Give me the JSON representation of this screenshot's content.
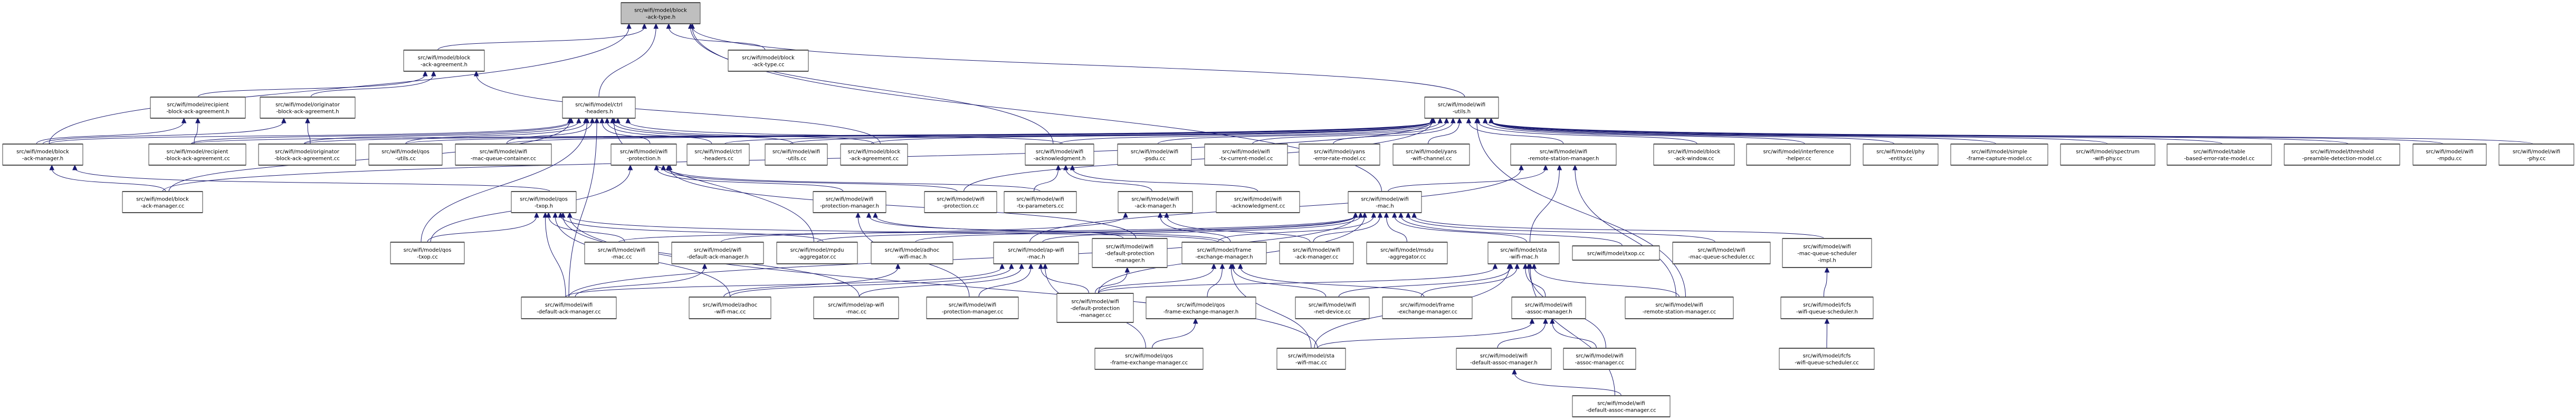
{
  "title": "src/wifi/model/block-ack-type.h include dependency graph",
  "colors": {
    "edge": "#191970",
    "focus_fill": "#bfbfbf",
    "node_border": "#404040"
  },
  "nodes": [
    {
      "id": "bat_h",
      "lines": [
        "src/wifi/model/block",
        "-ack-type.h"
      ],
      "row": 1,
      "x": [
        1177,
        1327
      ],
      "focus": true
    },
    {
      "id": "baa_h",
      "lines": [
        "src/wifi/model/block",
        "-ack-agreement.h"
      ],
      "row": 2,
      "x": [
        765,
        918
      ]
    },
    {
      "id": "bat_cc",
      "lines": [
        "src/wifi/model/block",
        "-ack-type.cc"
      ],
      "row": 2,
      "x": [
        1380,
        1532
      ]
    },
    {
      "id": "rbaa_h",
      "lines": [
        "src/wifi/model/recipient",
        "-block-ack-agreement.h"
      ],
      "row": 3,
      "x": [
        285,
        465
      ]
    },
    {
      "id": "obaa_h",
      "lines": [
        "src/wifi/model/originator",
        "-block-ack-agreement.h"
      ],
      "row": 3,
      "x": [
        493,
        673
      ]
    },
    {
      "id": "ctrl_h",
      "lines": [
        "src/wifi/model/ctrl",
        "-headers.h"
      ],
      "row": 3,
      "x": [
        1066,
        1204
      ]
    },
    {
      "id": "wutils_h",
      "lines": [
        "src/wifi/model/wifi",
        "-utils.h"
      ],
      "row": 3,
      "x": [
        2700,
        2840
      ]
    },
    {
      "id": "bam_h",
      "lines": [
        "src/wifi/model/block",
        "-ack-manager.h"
      ],
      "row": 4,
      "x": [
        5,
        157
      ]
    },
    {
      "id": "rbaa_cc",
      "lines": [
        "src/wifi/model/recipient",
        "-block-ack-agreement.cc"
      ],
      "row": 4,
      "x": [
        282,
        466
      ]
    },
    {
      "id": "obaa_cc",
      "lines": [
        "src/wifi/model/originator",
        "-block-ack-agreement.cc"
      ],
      "row": 4,
      "x": [
        490,
        674
      ]
    },
    {
      "id": "qosutils_cc",
      "lines": [
        "src/wifi/model/qos",
        "-utils.cc"
      ],
      "row": 4,
      "x": [
        699,
        838
      ]
    },
    {
      "id": "mqc_cc",
      "lines": [
        "src/wifi/model/wifi",
        "-mac-queue-container.cc"
      ],
      "row": 4,
      "x": [
        863,
        1045
      ]
    },
    {
      "id": "prot_h",
      "lines": [
        "src/wifi/model/wifi",
        "-protection.h"
      ],
      "row": 4,
      "x": [
        1158,
        1282
      ]
    },
    {
      "id": "ctrl_cc",
      "lines": [
        "src/wifi/model/ctrl",
        "-headers.cc"
      ],
      "row": 4,
      "x": [
        1302,
        1420
      ]
    },
    {
      "id": "wutils_cc",
      "lines": [
        "src/wifi/model/wifi",
        "-utils.cc"
      ],
      "row": 4,
      "x": [
        1450,
        1568
      ]
    },
    {
      "id": "baa_cc",
      "lines": [
        "src/wifi/model/block",
        "-ack-agreement.cc"
      ],
      "row": 4,
      "x": [
        1593,
        1720
      ]
    },
    {
      "id": "ackn_h",
      "lines": [
        "src/wifi/model/wifi",
        "-acknowledgment.h"
      ],
      "row": 4,
      "x": [
        1943,
        2073
      ]
    },
    {
      "id": "psdu_cc",
      "lines": [
        "src/wifi/model/wifi",
        "-psdu.cc"
      ],
      "row": 4,
      "x": [
        2118,
        2258
      ]
    },
    {
      "id": "txcur_cc",
      "lines": [
        "src/wifi/model/wifi",
        "-tx-current-model.cc"
      ],
      "row": 4,
      "x": [
        2283,
        2440
      ]
    },
    {
      "id": "yerr_cc",
      "lines": [
        "src/wifi/model/yans",
        "-error-rate-model.cc"
      ],
      "row": 4,
      "x": [
        2462,
        2615
      ]
    },
    {
      "id": "ychan_cc",
      "lines": [
        "src/wifi/model/yans",
        "-wifi-channel.cc"
      ],
      "row": 4,
      "x": [
        2640,
        2785
      ]
    },
    {
      "id": "rsm_h",
      "lines": [
        "src/wifi/model/wifi",
        "-remote-station-manager.h"
      ],
      "row": 4,
      "x": [
        2863,
        3063
      ]
    },
    {
      "id": "baw_cc",
      "lines": [
        "src/wifi/model/block",
        "-ack-window.cc"
      ],
      "row": 4,
      "x": [
        3134,
        3287
      ]
    },
    {
      "id": "interf_cc",
      "lines": [
        "src/wifi/model/interference",
        "-helper.cc"
      ],
      "row": 4,
      "x": [
        3310,
        3507
      ]
    },
    {
      "id": "phyent_cc",
      "lines": [
        "src/wifi/model/phy",
        "-entity.cc"
      ],
      "row": 4,
      "x": [
        3531,
        3673
      ]
    },
    {
      "id": "sfcm_cc",
      "lines": [
        "src/wifi/model/simple",
        "-frame-capture-model.cc"
      ],
      "row": 4,
      "x": [
        3697,
        3881
      ]
    },
    {
      "id": "spec_cc",
      "lines": [
        "src/wifi/model/spectrum",
        "-wifi-phy.cc"
      ],
      "row": 4,
      "x": [
        3905,
        4084
      ]
    },
    {
      "id": "table_cc",
      "lines": [
        "src/wifi/model/table",
        "-based-error-rate-model.cc"
      ],
      "row": 4,
      "x": [
        4107,
        4305
      ]
    },
    {
      "id": "thresh_cc",
      "lines": [
        "src/wifi/model/threshold",
        "-preamble-detection-model.cc"
      ],
      "row": 4,
      "x": [
        4329,
        4548
      ]
    },
    {
      "id": "mpdu_cc",
      "lines": [
        "src/wifi/model/wifi",
        "-mpdu.cc"
      ],
      "row": 4,
      "x": [
        4573,
        4712
      ]
    },
    {
      "id": "phy_cc",
      "lines": [
        "src/wifi/model/wifi",
        "-phy.cc"
      ],
      "row": 4,
      "x": [
        4736,
        4878
      ]
    },
    {
      "id": "bam_cc",
      "lines": [
        "src/wifi/model/block",
        "-ack-manager.cc"
      ],
      "row": 5,
      "x": [
        232,
        384
      ]
    },
    {
      "id": "qtxop_h",
      "lines": [
        "src/wifi/model/qos",
        "-txop.h"
      ],
      "row": 5,
      "x": [
        969,
        1092
      ]
    },
    {
      "id": "pm_h",
      "lines": [
        "src/wifi/model/wifi",
        "-protection-manager.h"
      ],
      "row": 5,
      "x": [
        1541,
        1679
      ]
    },
    {
      "id": "prot_cc",
      "lines": [
        "src/wifi/model/wifi",
        "-protection.cc"
      ],
      "row": 5,
      "x": [
        1752,
        1889
      ]
    },
    {
      "id": "txp_cc",
      "lines": [
        "src/wifi/model/wifi",
        "-tx-parameters.cc"
      ],
      "row": 5,
      "x": [
        1903,
        2040
      ]
    },
    {
      "id": "am_h",
      "lines": [
        "src/wifi/model/wifi",
        "-ack-manager.h"
      ],
      "row": 5,
      "x": [
        2119,
        2260
      ]
    },
    {
      "id": "ackn_cc",
      "lines": [
        "src/wifi/model/wifi",
        "-acknowledgment.cc"
      ],
      "row": 5,
      "x": [
        2305,
        2463
      ]
    },
    {
      "id": "wmac_h",
      "lines": [
        "src/wifi/model/wifi",
        "-mac.h"
      ],
      "row": 5,
      "x": [
        2555,
        2694
      ]
    },
    {
      "id": "qtxop_cc",
      "lines": [
        "src/wifi/model/qos",
        "-txop.cc"
      ],
      "row": 6,
      "x": [
        740,
        880
      ]
    },
    {
      "id": "wmac_cc",
      "lines": [
        "src/wifi/model/wifi",
        "-mac.cc"
      ],
      "row": 6,
      "x": [
        1108,
        1248
      ]
    },
    {
      "id": "dam_h",
      "lines": [
        "src/wifi/model/wifi",
        "-default-ack-manager.h"
      ],
      "row": 6,
      "x": [
        1273,
        1447
      ]
    },
    {
      "id": "mpdua_cc",
      "lines": [
        "src/wifi/model/mpdu",
        "-aggregator.cc"
      ],
      "row": 6,
      "x": [
        1472,
        1625
      ]
    },
    {
      "id": "adhoc_h",
      "lines": [
        "src/wifi/model/adhoc",
        "-wifi-mac.h"
      ],
      "row": 6,
      "x": [
        1651,
        1806
      ]
    },
    {
      "id": "ap_h",
      "lines": [
        "src/wifi/model/ap-wifi",
        "-mac.h"
      ],
      "row": 6,
      "x": [
        1883,
        2044
      ]
    },
    {
      "id": "dpm_h",
      "lines": [
        "src/wifi/model/wifi",
        "-default-protection",
        "-manager.h"
      ],
      "row": 6,
      "x": [
        2070,
        2212
      ]
    },
    {
      "id": "fem_h",
      "lines": [
        "src/wifi/model/frame",
        "-exchange-manager.h"
      ],
      "row": 6,
      "x": [
        2240,
        2400
      ]
    },
    {
      "id": "am_cc",
      "lines": [
        "src/wifi/model/wifi",
        "-ack-manager.cc"
      ],
      "row": 6,
      "x": [
        2425,
        2565
      ]
    },
    {
      "id": "msdua_cc",
      "lines": [
        "src/wifi/model/msdu",
        "-aggregator.cc"
      ],
      "row": 6,
      "x": [
        2590,
        2743
      ]
    },
    {
      "id": "sta_h",
      "lines": [
        "src/wifi/model/sta",
        "-wifi-mac.h"
      ],
      "row": 6,
      "x": [
        2820,
        2955
      ]
    },
    {
      "id": "txop_cc",
      "lines": [
        "src/wifi/model/txop.cc"
      ],
      "row": 6,
      "x": [
        2980,
        3145
      ]
    },
    {
      "id": "mqs_cc",
      "lines": [
        "src/wifi/model/wifi",
        "-mac-queue-scheduler.cc"
      ],
      "row": 6,
      "x": [
        3170,
        3355
      ]
    },
    {
      "id": "mqsi_h",
      "lines": [
        "src/wifi/model/wifi",
        "-mac-queue-scheduler",
        "-impl.h"
      ],
      "row": 6,
      "x": [
        3378,
        3547
      ]
    },
    {
      "id": "dam_cc",
      "lines": [
        "src/wifi/model/wifi",
        "-default-ack-manager.cc"
      ],
      "row": 7,
      "x": [
        988,
        1168
      ]
    },
    {
      "id": "adhoc_cc",
      "lines": [
        "src/wifi/model/adhoc",
        "-wifi-mac.cc"
      ],
      "row": 7,
      "x": [
        1306,
        1461
      ]
    },
    {
      "id": "ap_cc",
      "lines": [
        "src/wifi/model/ap-wifi",
        "-mac.cc"
      ],
      "row": 7,
      "x": [
        1542,
        1703
      ]
    },
    {
      "id": "pm_cc",
      "lines": [
        "src/wifi/model/wifi",
        "-protection-manager.cc"
      ],
      "row": 7,
      "x": [
        1756,
        1930
      ]
    },
    {
      "id": "dpm_cc",
      "lines": [
        "src/wifi/model/wifi",
        "-default-protection",
        "-manager.cc"
      ],
      "row": 7,
      "x": [
        2003,
        2148
      ]
    },
    {
      "id": "qfem_h",
      "lines": [
        "src/wifi/model/qos",
        "-frame-exchange-manager.h"
      ],
      "row": 7,
      "x": [
        2172,
        2380
      ]
    },
    {
      "id": "netdev_cc",
      "lines": [
        "src/wifi/model/wifi",
        "-net-device.cc"
      ],
      "row": 7,
      "x": [
        2455,
        2595
      ]
    },
    {
      "id": "fem_cc",
      "lines": [
        "src/wifi/model/frame",
        "-exchange-manager.cc"
      ],
      "row": 7,
      "x": [
        2620,
        2790
      ]
    },
    {
      "id": "asm_h",
      "lines": [
        "src/wifi/model/wifi",
        "-assoc-manager.h"
      ],
      "row": 7,
      "x": [
        2865,
        3005
      ]
    },
    {
      "id": "rsm_cc",
      "lines": [
        "src/wifi/model/wifi",
        "-remote-station-manager.cc"
      ],
      "row": 7,
      "x": [
        3080,
        3285
      ]
    },
    {
      "id": "fcfs_h",
      "lines": [
        "src/wifi/model/fcfs",
        "-wifi-queue-scheduler.h"
      ],
      "row": 7,
      "x": [
        3375,
        3550
      ]
    },
    {
      "id": "qfem_cc",
      "lines": [
        "src/wifi/model/qos",
        "-frame-exchange-manager.cc"
      ],
      "row": 8,
      "x": [
        2075,
        2280
      ]
    },
    {
      "id": "sta_cc",
      "lines": [
        "src/wifi/model/sta",
        "-wifi-mac.cc"
      ],
      "row": 8,
      "x": [
        2420,
        2550
      ]
    },
    {
      "id": "dasm_h",
      "lines": [
        "src/wifi/model/wifi",
        "-default-assoc-manager.h"
      ],
      "row": 8,
      "x": [
        2760,
        2940
      ]
    },
    {
      "id": "asm_cc",
      "lines": [
        "src/wifi/model/wifi",
        "-assoc-manager.cc"
      ],
      "row": 8,
      "x": [
        2963,
        3100
      ]
    },
    {
      "id": "fcfs_cc",
      "lines": [
        "src/wifi/model/fcfs",
        "-wifi-queue-scheduler.cc"
      ],
      "row": 8,
      "x": [
        3372,
        3552
      ]
    },
    {
      "id": "dasm_cc",
      "lines": [
        "src/wifi/model/wifi",
        "-default-assoc-manager.cc"
      ],
      "row": 9,
      "x": [
        2980,
        3165
      ]
    }
  ],
  "edges": [
    [
      "baa_h",
      "bat_h"
    ],
    [
      "bat_cc",
      "bat_h"
    ],
    [
      "ctrl_h",
      "bat_h"
    ],
    [
      "wutils_h",
      "bat_h"
    ],
    [
      "bam_h",
      "bat_h"
    ],
    [
      "ackn_h",
      "bat_h"
    ],
    [
      "wmac_h",
      "bat_h"
    ],
    [
      "rbaa_h",
      "baa_h"
    ],
    [
      "obaa_h",
      "baa_h"
    ],
    [
      "baa_cc",
      "baa_h"
    ],
    [
      "bam_h",
      "rbaa_h"
    ],
    [
      "rbaa_cc",
      "rbaa_h"
    ],
    [
      "bam_h",
      "obaa_h"
    ],
    [
      "obaa_cc",
      "obaa_h"
    ],
    [
      "bam_h",
      "ctrl_h"
    ],
    [
      "rbaa_cc",
      "ctrl_h"
    ],
    [
      "obaa_cc",
      "ctrl_h"
    ],
    [
      "qosutils_cc",
      "ctrl_h"
    ],
    [
      "mqc_cc",
      "ctrl_h"
    ],
    [
      "prot_h",
      "ctrl_h"
    ],
    [
      "ctrl_cc",
      "ctrl_h"
    ],
    [
      "wutils_cc",
      "ctrl_h"
    ],
    [
      "baa_cc",
      "ctrl_h"
    ],
    [
      "ackn_h",
      "ctrl_h"
    ],
    [
      "bam_cc",
      "ctrl_h"
    ],
    [
      "qtxop_cc",
      "ctrl_h"
    ],
    [
      "mpdua_cc",
      "ctrl_h"
    ],
    [
      "dam_cc",
      "ctrl_h"
    ],
    [
      "bam_cc",
      "bam_h"
    ],
    [
      "qtxop_h",
      "bam_h"
    ],
    [
      "rbaa_cc",
      "wutils_h"
    ],
    [
      "obaa_cc",
      "wutils_h"
    ],
    [
      "qosutils_cc",
      "wutils_h"
    ],
    [
      "mqc_cc",
      "wutils_h"
    ],
    [
      "ctrl_cc",
      "wutils_h"
    ],
    [
      "wutils_cc",
      "wutils_h"
    ],
    [
      "baa_cc",
      "wutils_h"
    ],
    [
      "ackn_h",
      "wutils_h"
    ],
    [
      "psdu_cc",
      "wutils_h"
    ],
    [
      "txcur_cc",
      "wutils_h"
    ],
    [
      "yerr_cc",
      "wutils_h"
    ],
    [
      "ychan_cc",
      "wutils_h"
    ],
    [
      "rsm_h",
      "wutils_h"
    ],
    [
      "baw_cc",
      "wutils_h"
    ],
    [
      "interf_cc",
      "wutils_h"
    ],
    [
      "phyent_cc",
      "wutils_h"
    ],
    [
      "sfcm_cc",
      "wutils_h"
    ],
    [
      "spec_cc",
      "wutils_h"
    ],
    [
      "table_cc",
      "wutils_h"
    ],
    [
      "thresh_cc",
      "wutils_h"
    ],
    [
      "mpdu_cc",
      "wutils_h"
    ],
    [
      "phy_cc",
      "wutils_h"
    ],
    [
      "bam_cc",
      "wutils_h"
    ],
    [
      "prot_cc",
      "wutils_h"
    ],
    [
      "rsm_cc",
      "wutils_h"
    ],
    [
      "pm_h",
      "prot_h"
    ],
    [
      "prot_cc",
      "prot_h"
    ],
    [
      "txp_cc",
      "prot_h"
    ],
    [
      "qtxop_cc",
      "prot_h"
    ],
    [
      "dpm_h",
      "prot_h"
    ],
    [
      "txp_cc",
      "ackn_h"
    ],
    [
      "am_h",
      "ackn_h"
    ],
    [
      "ackn_cc",
      "ackn_h"
    ],
    [
      "wmac_h",
      "rsm_h"
    ],
    [
      "sta_h",
      "rsm_h"
    ],
    [
      "ap_h",
      "rsm_h"
    ],
    [
      "rsm_cc",
      "rsm_h"
    ],
    [
      "qtxop_cc",
      "qtxop_h"
    ],
    [
      "wmac_cc",
      "qtxop_h"
    ],
    [
      "mpdua_cc",
      "qtxop_h"
    ],
    [
      "fem_h",
      "qtxop_h"
    ],
    [
      "dam_cc",
      "qtxop_h"
    ],
    [
      "adhoc_cc",
      "qtxop_h"
    ],
    [
      "ap_cc",
      "qtxop_h"
    ],
    [
      "sta_cc",
      "qtxop_h"
    ],
    [
      "dpm_h",
      "pm_h"
    ],
    [
      "pm_cc",
      "pm_h"
    ],
    [
      "fem_h",
      "pm_h"
    ],
    [
      "dam_h",
      "am_h"
    ],
    [
      "fem_h",
      "am_h"
    ],
    [
      "am_cc",
      "am_h"
    ],
    [
      "wmac_cc",
      "wmac_h"
    ],
    [
      "mpdua_cc",
      "wmac_h"
    ],
    [
      "adhoc_h",
      "wmac_h"
    ],
    [
      "ap_h",
      "wmac_h"
    ],
    [
      "fem_h",
      "wmac_h"
    ],
    [
      "am_cc",
      "wmac_h"
    ],
    [
      "msdua_cc",
      "wmac_h"
    ],
    [
      "sta_h",
      "wmac_h"
    ],
    [
      "txop_cc",
      "wmac_h"
    ],
    [
      "mqs_cc",
      "wmac_h"
    ],
    [
      "mqsi_h",
      "wmac_h"
    ],
    [
      "dam_cc",
      "wmac_h"
    ],
    [
      "dpm_cc",
      "wmac_h"
    ],
    [
      "dam_cc",
      "dam_h"
    ],
    [
      "adhoc_cc",
      "adhoc_h"
    ],
    [
      "dam_cc",
      "ap_h"
    ],
    [
      "adhoc_cc",
      "ap_h"
    ],
    [
      "ap_cc",
      "ap_h"
    ],
    [
      "pm_cc",
      "ap_h"
    ],
    [
      "dpm_cc",
      "ap_h"
    ],
    [
      "qfem_cc",
      "ap_h"
    ],
    [
      "dpm_cc",
      "dpm_h"
    ],
    [
      "dpm_cc",
      "fem_h"
    ],
    [
      "qfem_h",
      "fem_h"
    ],
    [
      "netdev_cc",
      "fem_h"
    ],
    [
      "fem_cc",
      "fem_h"
    ],
    [
      "sta_cc",
      "fem_h"
    ],
    [
      "dpm_cc",
      "sta_h"
    ],
    [
      "netdev_cc",
      "sta_h"
    ],
    [
      "fem_cc",
      "sta_h"
    ],
    [
      "asm_h",
      "sta_h"
    ],
    [
      "rsm_cc",
      "sta_h"
    ],
    [
      "sta_cc",
      "sta_h"
    ],
    [
      "asm_cc",
      "sta_h"
    ],
    [
      "dasm_cc",
      "sta_h"
    ],
    [
      "fcfs_h",
      "mqsi_h"
    ],
    [
      "fcfs_cc",
      "fcfs_h"
    ],
    [
      "qfem_cc",
      "qfem_h"
    ],
    [
      "sta_cc",
      "asm_h"
    ],
    [
      "dasm_h",
      "asm_h"
    ],
    [
      "asm_cc",
      "asm_h"
    ],
    [
      "dasm_cc",
      "dasm_h"
    ]
  ]
}
